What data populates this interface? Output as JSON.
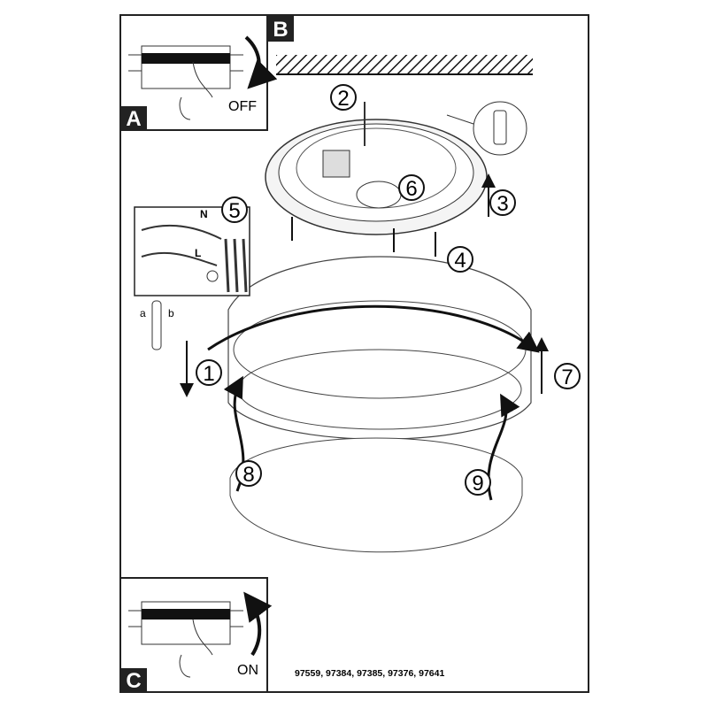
{
  "panels": {
    "a": {
      "label": "A",
      "action": "OFF"
    },
    "b": {
      "label": "B"
    },
    "c": {
      "label": "C",
      "action": "ON"
    }
  },
  "steps": [
    "1",
    "2",
    "3",
    "4",
    "5",
    "6",
    "7",
    "8",
    "9"
  ],
  "wiring": {
    "neutral": "N",
    "live": "L",
    "rotate_a": "a",
    "rotate_b": "b"
  },
  "model_numbers": "97559, 97384, 97385, 97376, 97641"
}
